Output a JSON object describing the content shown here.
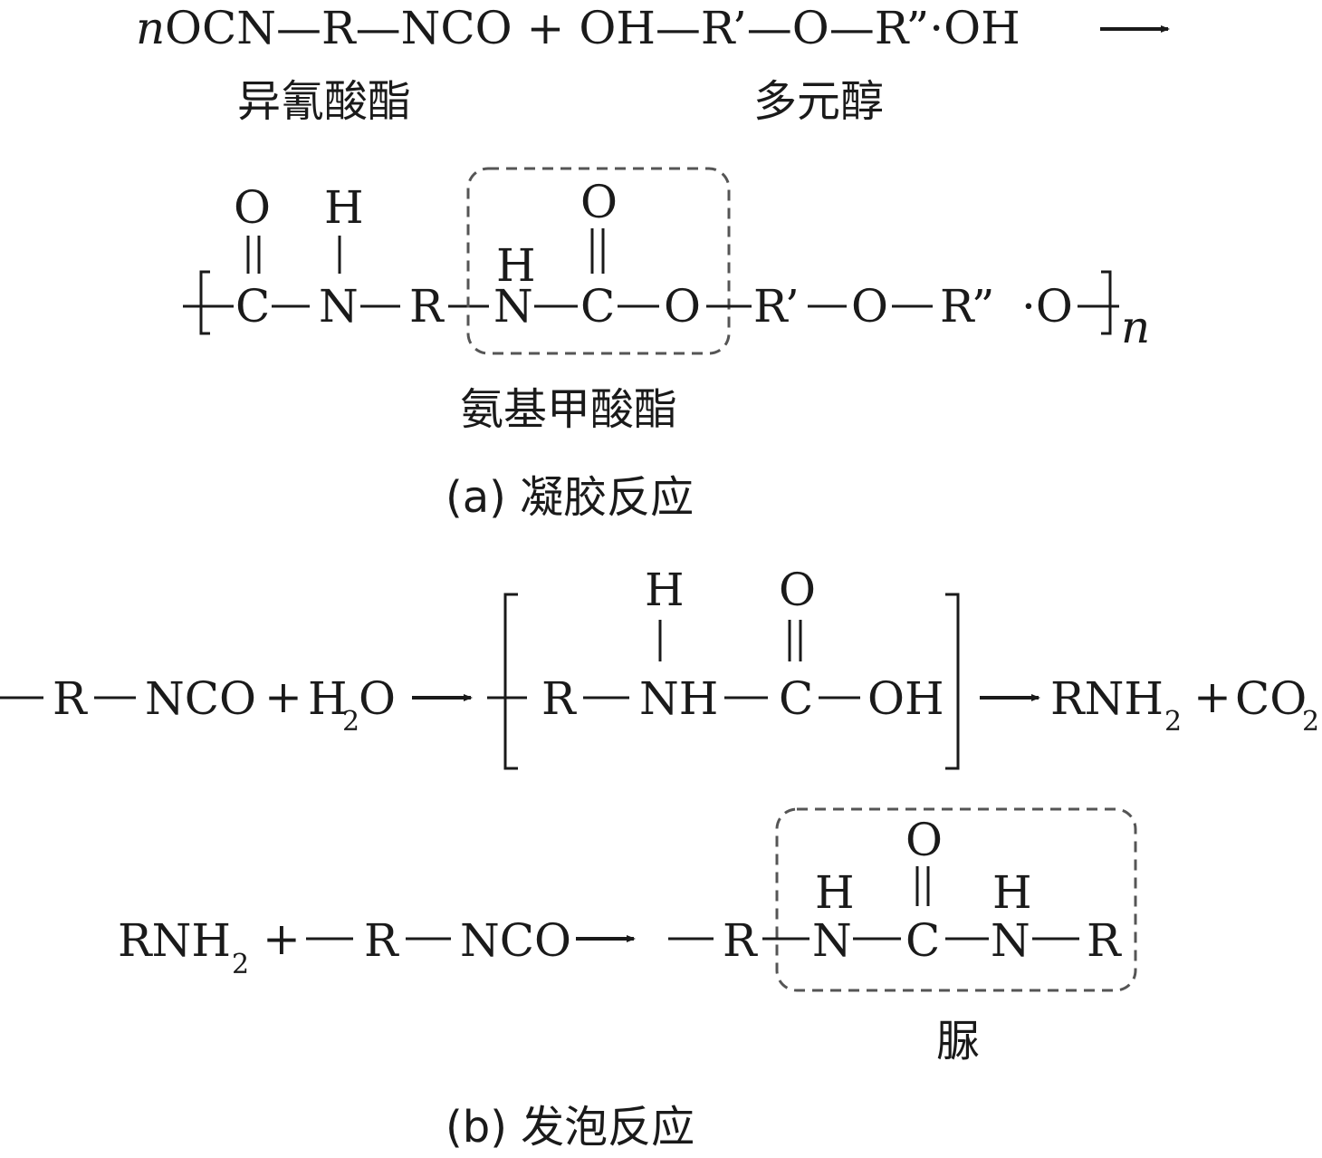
{
  "reaction_a": {
    "eq1": {
      "n": "n",
      "reactant1": "OCN—R—NCO + OH—R’—O—R”·OH"
    },
    "label_isocyanate": "异氰酸酯",
    "label_polyol": "多元醇",
    "O1": "O",
    "H1": "H",
    "C1": "C",
    "N1": "N",
    "R1": "R",
    "H2": "H",
    "N2": "N",
    "O2": "O",
    "C2": "C",
    "O3": "O",
    "R2": "R’",
    "O4": "O",
    "R3": "R”",
    "O5": "·O",
    "n_sub": "n",
    "label_carbamate": "氨基甲酸酯",
    "caption": "(a) 凝胶反应"
  },
  "reaction_b": {
    "R1": "R",
    "NCO1": "NCO",
    "plus1": "+",
    "H2O_H": "H",
    "H2O_sub": "2",
    "H2O_O": "O",
    "R2": "R",
    "NH": "NH",
    "H3": "H",
    "C1": "C",
    "O1": "O",
    "OH": "OH",
    "RNH2_a": "RNH",
    "sub2a": "2",
    "plus2": "+",
    "CO2": "CO",
    "sub2b": "2",
    "RNH2_b": "RNH",
    "sub2c": "2",
    "plus3": "+",
    "R3": "R",
    "NCO2": "NCO",
    "R4": "R",
    "N1": "N",
    "H4": "H",
    "C2": "C",
    "O2": "O",
    "N2": "N",
    "H5": "H",
    "R5": "R",
    "label_urea": "脲",
    "caption": "(b) 发泡反应"
  }
}
